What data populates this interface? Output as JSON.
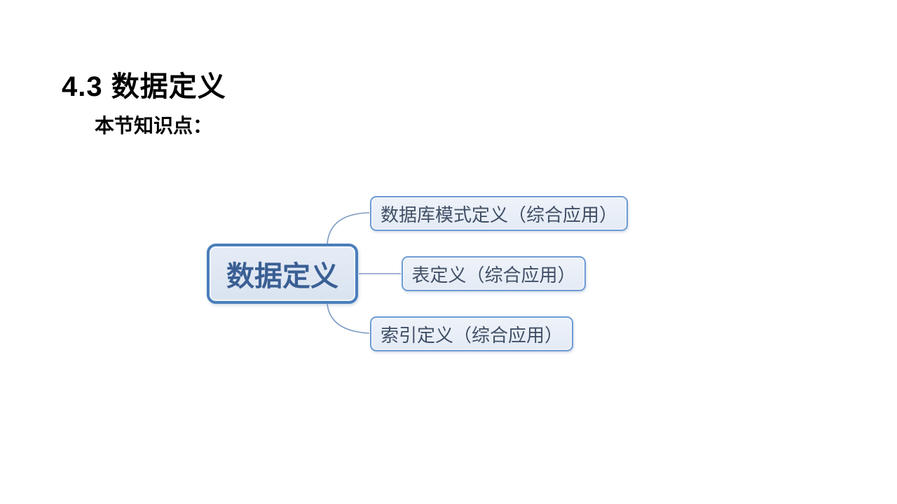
{
  "slide": {
    "title": "4.3 数据定义",
    "subtitle": "本节知识点："
  },
  "diagram": {
    "root": {
      "label": "数据定义"
    },
    "children": [
      {
        "label": "数据库模式定义（综合应用）"
      },
      {
        "label": "表定义（综合应用）"
      },
      {
        "label": "索引定义（综合应用）"
      }
    ],
    "colors": {
      "root_border": "#4a7ebb",
      "root_fill": "#dce6f2",
      "root_text": "#3a5f94",
      "child_border": "#6d9bd3",
      "child_fill": "#e9eef7",
      "child_text": "#404f66",
      "connector": "#7e9cc4",
      "title_text": "#000000",
      "background": "#ffffff"
    }
  }
}
